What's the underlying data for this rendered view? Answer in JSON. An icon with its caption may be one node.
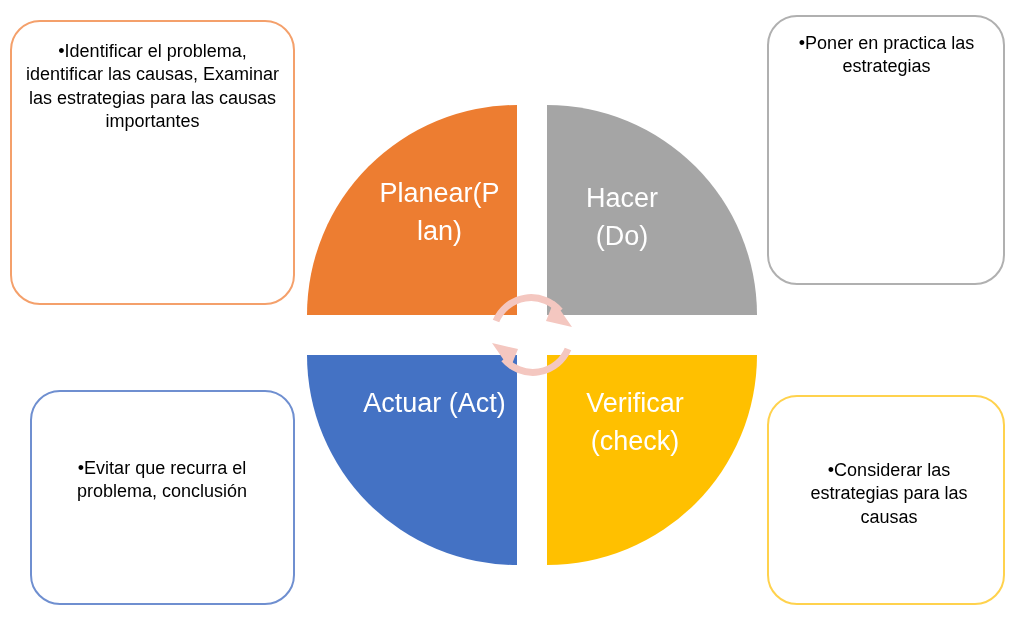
{
  "diagram": {
    "nodes": [
      {
        "text": [
          "•Identificar el problema, identificar las causas, Examinar las estrategias para las causas importantes"
        ]
      },
      {
        "text": [
          "Planear(P lan)"
        ]
      },
      {
        "text": [
          "Hacer (Do)"
        ]
      },
      {
        "text": [
          "•Poner en practica las estrategias"
        ]
      },
      {
        "text": [
          "•Evitar que recurra el problema, conclusión"
        ]
      },
      {
        "text": [
          "Actuar (Act)"
        ]
      },
      {
        "text": [
          "Verificar (check)"
        ]
      },
      {
        "text": [
          "•Considerar las estrategias para las causas"
        ]
      }
    ]
  }
}
